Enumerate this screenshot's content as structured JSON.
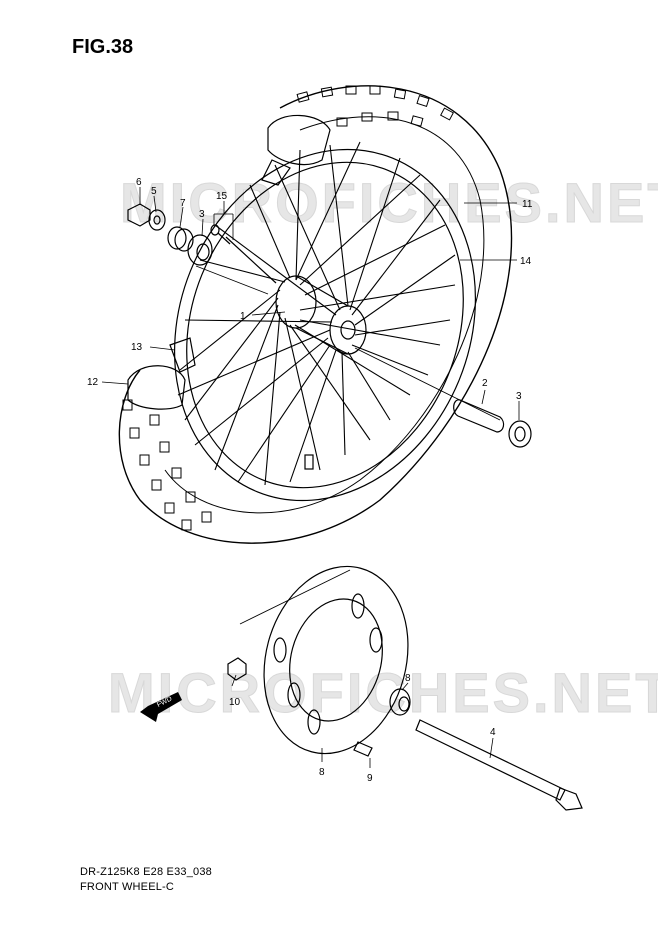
{
  "figure": {
    "title": "FIG.38"
  },
  "footer": {
    "model_code": "DR-Z125K8 E28 E33_038",
    "section": "FRONT WHEEL-C"
  },
  "watermark": {
    "text": "MICROFICHES.NET"
  },
  "direction_arrow": {
    "label": "FWD"
  },
  "callouts": [
    {
      "id": "6",
      "part": "nut"
    },
    {
      "id": "5",
      "part": "washer"
    },
    {
      "id": "7",
      "part": "spacer"
    },
    {
      "id": "3",
      "part": "bearing"
    },
    {
      "id": "15",
      "part": "screw"
    },
    {
      "id": "1",
      "part": "hub"
    },
    {
      "id": "11",
      "part": "tire"
    },
    {
      "id": "14",
      "part": "rim"
    },
    {
      "id": "13",
      "part": "rim band"
    },
    {
      "id": "12",
      "part": "tube"
    },
    {
      "id": "2",
      "part": "spacer"
    },
    {
      "id": "3",
      "part": "bearing"
    },
    {
      "id": "8",
      "part": "spacer"
    },
    {
      "id": "10",
      "part": "nut"
    },
    {
      "id": "8",
      "part": "brake disc"
    },
    {
      "id": "9",
      "part": "bolt"
    },
    {
      "id": "4",
      "part": "axle"
    }
  ],
  "colors": {
    "line": "#000000",
    "watermark": "#e6e6e6",
    "background": "#ffffff"
  }
}
